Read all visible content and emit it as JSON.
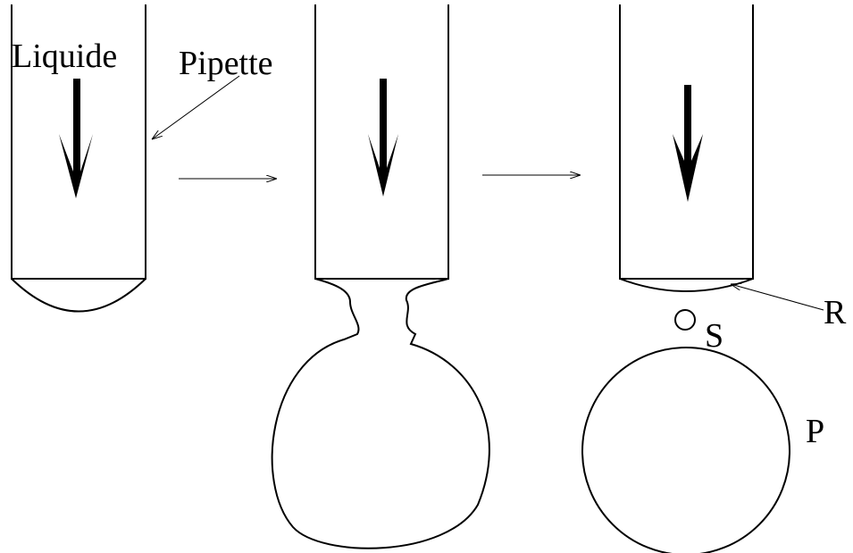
{
  "labels": {
    "liquid": "Liquide",
    "pipette": "Pipette",
    "rim_drop": "R",
    "satellite": "S",
    "primary_drop": "P"
  },
  "colors": {
    "stroke": "#000000",
    "background": "#ffffff"
  }
}
